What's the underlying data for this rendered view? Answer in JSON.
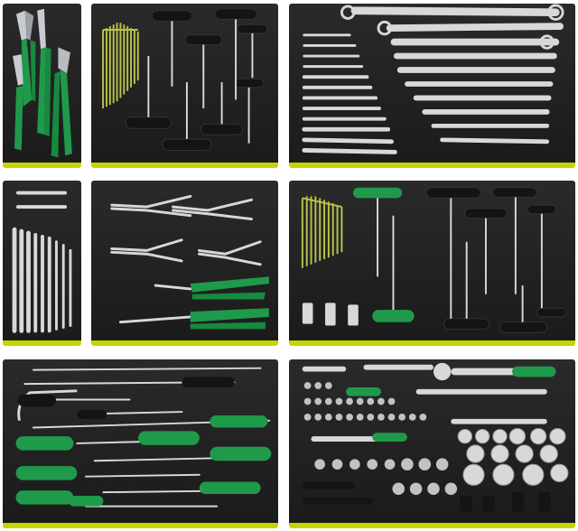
{
  "colors": {
    "foam": "#1e1e1e",
    "foam_edge": "#c8d400",
    "handle_green": "#1f9a4a",
    "handle_black": "#141414",
    "chrome": "#d6d8da",
    "chrome_dark": "#8d9196",
    "allen_key": "#b9c24a",
    "background": "#ffffff"
  },
  "trays": [
    {
      "id": "pliers-tray",
      "icon": "pliers-icon"
    },
    {
      "id": "tbar-allen-tray",
      "icon": "t-handle-hex-key-icon"
    },
    {
      "id": "combination-wrench-tray",
      "icon": "combination-wrench-icon"
    },
    {
      "id": "small-wrench-tray",
      "icon": "open-end-wrench-icon"
    },
    {
      "id": "circlip-pliers-tray",
      "icon": "circlip-pliers-icon"
    },
    {
      "id": "tbar-socket-tray",
      "icon": "t-handle-socket-icon"
    },
    {
      "id": "screwdriver-tray",
      "icon": "screwdriver-icon"
    },
    {
      "id": "socket-ratchet-tray",
      "icon": "socket-ratchet-icon"
    }
  ]
}
